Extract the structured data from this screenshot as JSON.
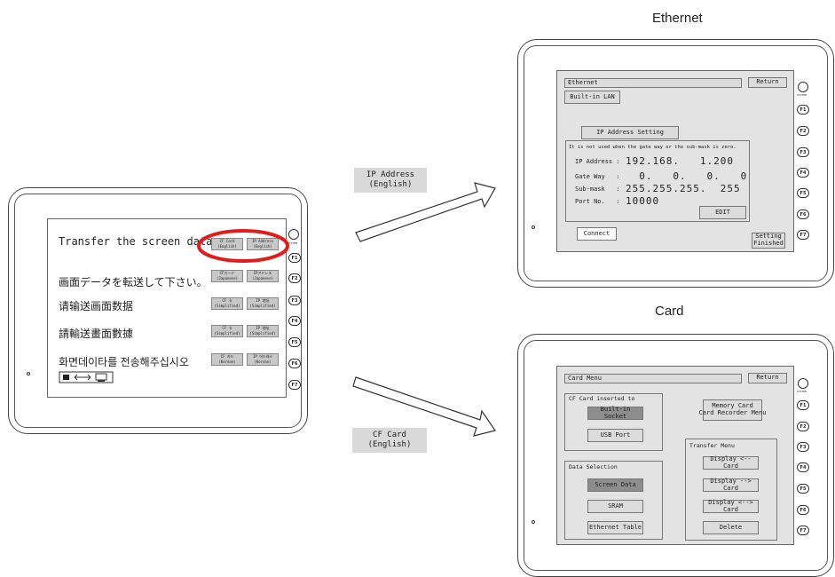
{
  "left_panel": {
    "messages": [
      "Transfer the screen data.",
      "画面データを転送して下さい。",
      "请输送画面数据",
      "請輸送畫面數據",
      "화면데이타를 전송해주십시오"
    ],
    "buttons": [
      [
        "CF Card\n(English)",
        "IP Address\n(English)"
      ],
      [
        "CFカード\n(Japanese)",
        "IPアドレス\n(Japanese)"
      ],
      [
        "CF 卡\n(Simplified)",
        "IP 地址\n(Simplified)"
      ],
      [
        "CF 卡\n(Simplified)",
        "IP 地址\n(Simplified)"
      ],
      [
        "CF 카드\n(Korean)",
        "IP 어드레스\n(Korean)"
      ]
    ],
    "sys_label": "SYSTEM"
  },
  "callouts": {
    "ip": "IP Address\n(English)",
    "cf": "CF Card\n(English)"
  },
  "ethernet": {
    "heading": "Ethernet",
    "title": "Ethernet",
    "return": "Return",
    "builtin": "Built-in LAN",
    "ip_setting": "IP Address Setting",
    "note": "It is not used when the gate way or the sub-mask is zero.",
    "fields": [
      {
        "label": "IP Address :",
        "value": "192.168.   1.200"
      },
      {
        "label": "Gate Way   :",
        "value": "  0.   0.   0.   0"
      },
      {
        "label": "Sub-mask   :",
        "value": "255.255.255.  255"
      },
      {
        "label": "Port No.   :",
        "value": "10000"
      }
    ],
    "edit": "EDIT",
    "connect": "Connect",
    "setting_finished": "Setting\nFinished",
    "sys_label": "SYSTEM",
    "fkeys": [
      "F1",
      "F2",
      "F3",
      "F4",
      "F5",
      "F6",
      "F7"
    ]
  },
  "card": {
    "heading": "Card",
    "title": "Card Menu",
    "return": "Return",
    "cf_inserted": "CF Card inserted to",
    "builtin_socket": "Built-in Socket",
    "usb_port": "USB Port",
    "memory_card": "Memory Card\nCard Recorder Menu",
    "transfer_menu": "Transfer Menu",
    "data_selection": "Data Selection",
    "screen_data": "Screen Data",
    "sram": "SRAM",
    "ethernet_table": "Ethernet Table",
    "display_from_card": "Display <-- Card",
    "display_to_card": "Display --> Card",
    "display_both_card": "Display <--> Card",
    "delete": "Delete",
    "sys_label": "SYSTEM",
    "fkeys": [
      "F1",
      "F2",
      "F3",
      "F4",
      "F5",
      "F6",
      "F7"
    ]
  },
  "left_fkeys": [
    "F1",
    "F2",
    "F3",
    "F4",
    "F5",
    "F6",
    "F7"
  ]
}
